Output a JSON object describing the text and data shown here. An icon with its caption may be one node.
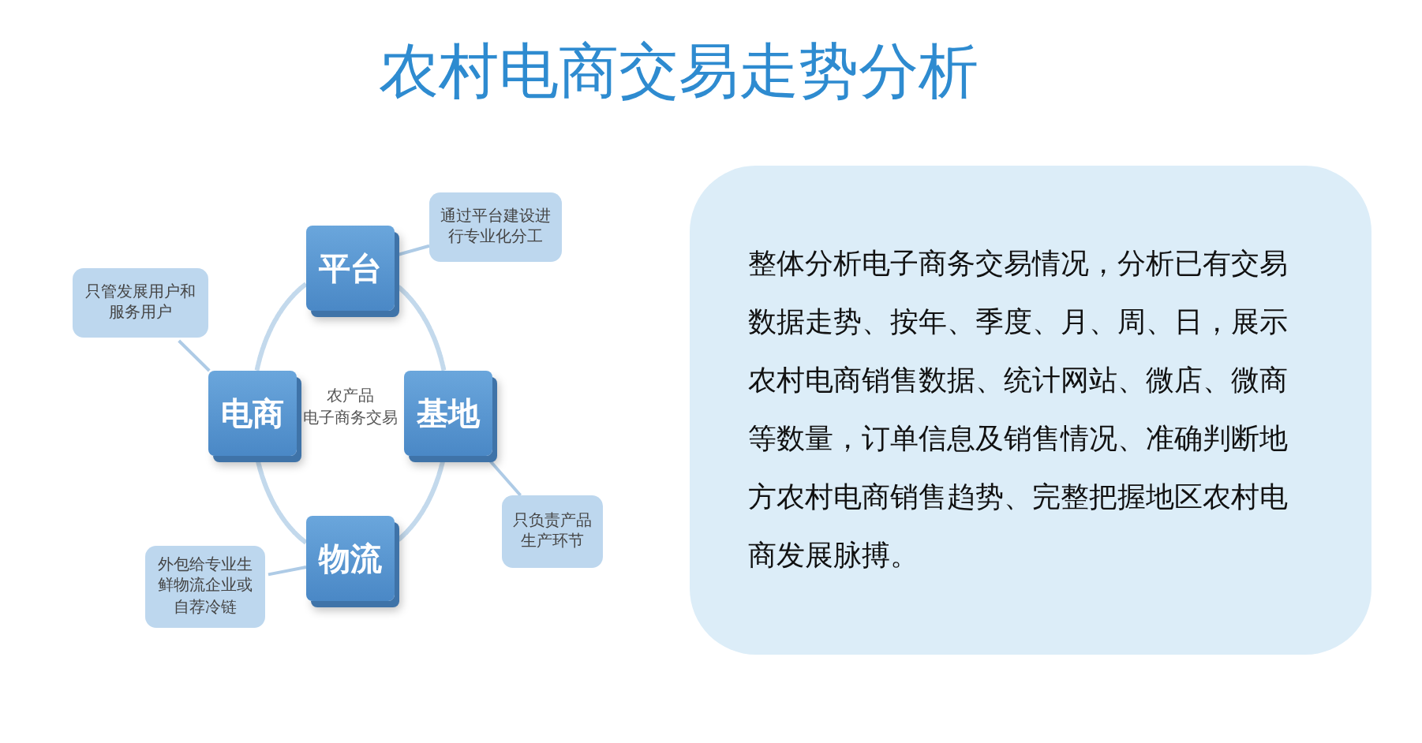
{
  "diagram": {
    "title": "农村电商交易走势分析",
    "nodes": [
      {
        "text": [
          "平台"
        ]
      },
      {
        "text": [
          "通过平台建设进行专业化分工"
        ]
      },
      {
        "text": [
          "电商"
        ]
      },
      {
        "text": [
          "只管发展用户和服务用户"
        ]
      },
      {
        "text": [
          "基地"
        ]
      },
      {
        "text": [
          "只负责产品生产环节"
        ]
      },
      {
        "text": [
          "物流"
        ]
      },
      {
        "text": [
          "外包给专业生鲜物流企业或自荐冷链"
        ]
      },
      {
        "text": [
          "整体分析电子商务交易情况，分析已有交易数据走势、按年、季度、月、周、日，展示农村电商销售数据、统计网站、微店、微商等数量，订单信息及销售情况、准确判断地方农村电商销售趋势、完整把握地区农村电商发展脉搏。"
        ]
      }
    ],
    "edges": [
      {
        "from": 0,
        "to": 4,
        "arrow": "none"
      },
      {
        "from": 4,
        "to": 6,
        "arrow": "none"
      },
      {
        "from": 6,
        "to": 2,
        "arrow": "none"
      },
      {
        "from": 2,
        "to": 0,
        "arrow": "none"
      },
      {
        "from": 1,
        "to": 0,
        "arrow": "none"
      },
      {
        "from": 3,
        "to": 2,
        "arrow": "none"
      },
      {
        "from": 5,
        "to": 4,
        "arrow": "none"
      },
      {
        "from": 7,
        "to": 6,
        "arrow": "none"
      }
    ],
    "labels": [
      "农产品",
      "电子商务交易"
    ]
  }
}
